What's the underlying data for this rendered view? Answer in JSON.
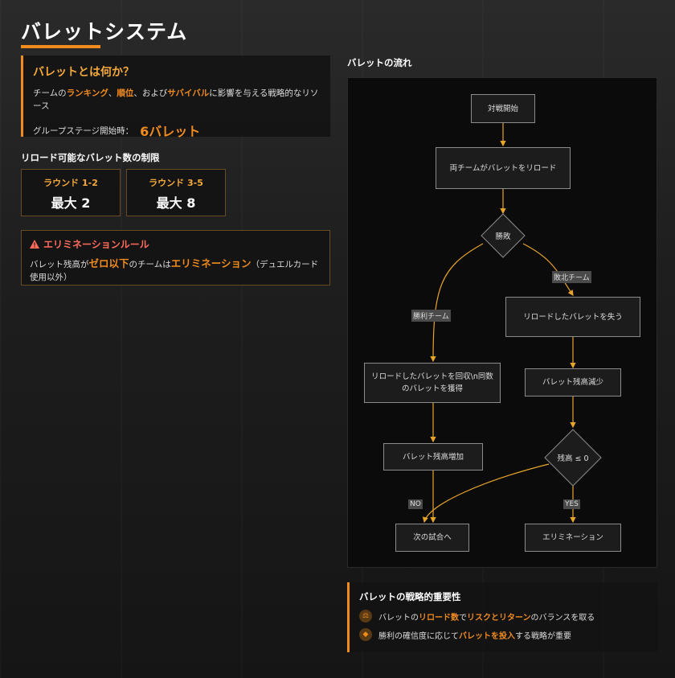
{
  "page": {
    "title": "バレットシステム"
  },
  "what": {
    "heading": "バレットとは何か？",
    "desc_pre": "チームの",
    "desc_hl1": "ランキング",
    "desc_sep1": "、",
    "desc_hl2": "順位",
    "desc_sep2": "、および",
    "desc_hl3": "サバイバル",
    "desc_post": "に影響を与える戦略的なリソース",
    "start_label": "グループステージ開始時：",
    "start_value": "6バレット"
  },
  "limits": {
    "heading": "リロード可能なバレット数の制限",
    "rounds": [
      {
        "label": "ラウンド 1-2",
        "value": "最大 2"
      },
      {
        "label": "ラウンド 3-5",
        "value": "最大 8"
      }
    ]
  },
  "elimination": {
    "icon": "warning-icon",
    "heading": "エリミネーションルール",
    "text_pre": "バレット残高が",
    "text_hl1": "ゼロ以下",
    "text_mid": "のチームは",
    "text_hl2": "エリミネーション",
    "text_post": "（デュエルカード使用以外）"
  },
  "flow": {
    "title": "バレットの流れ",
    "nodes": {
      "start": "対戦開始",
      "reload": "両チームがバレットをリロード",
      "decision": "勝敗",
      "lose_reload": "リロードしたバレットを失う",
      "win_collect": "リロードしたバレットを回収\\n同数のバレットを獲得",
      "decrease": "バレット残高減少",
      "increase": "バレット残高増加",
      "check": "残高 ≤ 0",
      "next": "次の試合へ",
      "eliminate": "エリミネーション"
    },
    "labels": {
      "lose": "敗北チーム",
      "win": "勝利チーム",
      "no": "NO",
      "yes": "YES"
    }
  },
  "importance": {
    "heading": "バレットの戦略的重要性",
    "items": [
      {
        "icon": "balance-icon",
        "pre": "バレットの",
        "hl1": "リロード数",
        "mid": "で",
        "hl2": "リスクとリターン",
        "post": "のバランスを取る"
      },
      {
        "icon": "shield-icon",
        "pre": "勝利の確信度に応じて",
        "hl1": "バレットを投入",
        "post": "する戦略が重要"
      }
    ]
  },
  "colors": {
    "accent": "#f28b1e",
    "danger": "#ff6b5a",
    "edge": "#e8a52a"
  }
}
